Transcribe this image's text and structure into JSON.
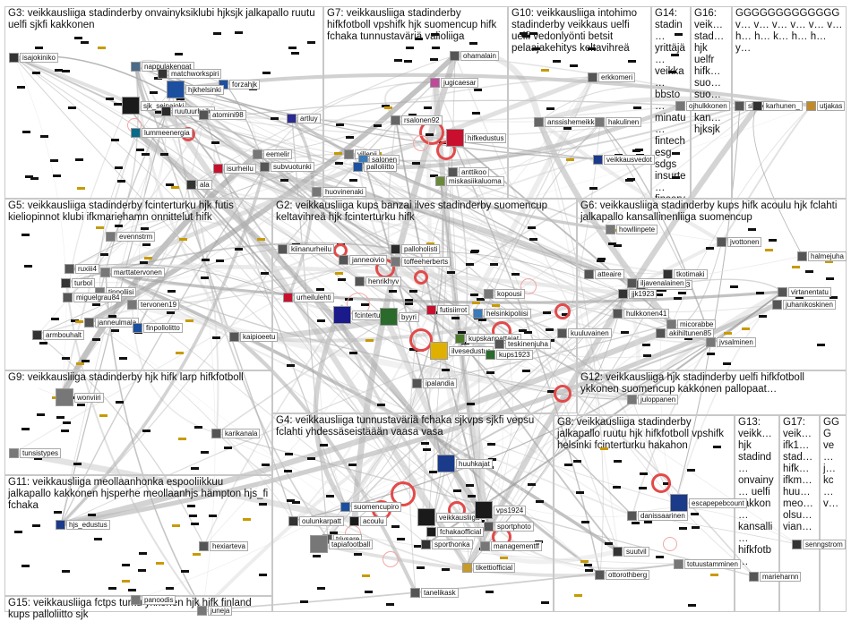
{
  "groups": [
    {
      "id": "G3",
      "title": "G3: veikkausliiga stadinderby onvainyksiklubi hjksjk jalkapallo ruutu uelfi sjkfi kakkonen"
    },
    {
      "id": "G7",
      "title": "G7: veikkausliiga stadinderby hifkfotboll vpshifk hjk suomencup hifk fchaka tunnustaväriä valioliiga"
    },
    {
      "id": "G10",
      "title": "G10: veikkausliiga intohimo stadinderby veikkaus uelfi uelfi vedonlyönti betsit pelaajakehitys keltavihreä"
    },
    {
      "id": "G14",
      "title": "G14: stadin… yrittäjä… veikka… bbsto… minatu… fintech esg sdgs insurte… finserv"
    },
    {
      "id": "G16",
      "title": "G16: veik… stad… hjk uelfr hifk… suo… suo… kak… kan… hjksjk"
    },
    {
      "id": "Gs",
      "title": "GGGGGGGGGGGGG v… v… v… v… v… v… h… h… k… h… h… y…"
    },
    {
      "id": "G5",
      "title": "G5: veikkausliiga stadinderby fcinterturku hjk futis kieliopinnot klubi ifkmariehamn onnittelut hifk"
    },
    {
      "id": "G2",
      "title": "G2: veikkausliiga kups banzai ilves stadinderby suomencup keltavihreä hjk fcinterturku hifk"
    },
    {
      "id": "G6",
      "title": "G6: veikkausliiga stadinderby kups hifk acoulu hjk fclahti jalkapallo kansallinenliiga suomencup"
    },
    {
      "id": "G9",
      "title": "G9: veikkausliiga stadinderby hjk hifk larp hifkfotboll"
    },
    {
      "id": "G12",
      "title": "G12: veikkausliiga hjk stadinderby uelfi hifkfotboll ykkonen suomencup kakkonen pallopaat…"
    },
    {
      "id": "G4",
      "title": "G4: veikkausliiga tunnustaväriä fchaka sjkvps sjkfi vepsu fclahti yhdessäseistäään vaasa vasa"
    },
    {
      "id": "G8",
      "title": "G8: veikkausliiga stadinderby jalkapallo ruutu hjk hifkfotboll vpshifk helsinki fcinterturku hakahon"
    },
    {
      "id": "G13",
      "title": "G13: veikk… hjk stadind… onvainy… uelfi kakkon… kansalli… hifkfotb…"
    },
    {
      "id": "G17",
      "title": "G17: veik… ifk1… stad… hifk… ifkm… huu… meo… olsu… vian…"
    },
    {
      "id": "Gs2",
      "title": "GGG ve… j… kc… v…"
    },
    {
      "id": "G11",
      "title": "G11: veikkausliiga meollaanhonka espooliikkuu jalkapallo kakkonen hjsperhe meollaanhjs hämpton hjs_fi fchaka"
    },
    {
      "id": "G15",
      "title": "G15: veikkausliiga fctps turku ykkonen hjk hifk finland kups palloliitto sjk"
    }
  ],
  "nodes": [
    {
      "label": "isajokiniko",
      "color": "#333333"
    },
    {
      "label": "nappulakengat",
      "color": "#4a6b8a"
    },
    {
      "label": "matchworkspiri",
      "color": "#333333"
    },
    {
      "label": "forzahjk",
      "color": "#1c4fa0"
    },
    {
      "label": "hjkhelsinki",
      "color": "#1c4fa0"
    },
    {
      "label": "sjk_seinajoki",
      "color": "#1a1a1a"
    },
    {
      "label": "ruutuurheilu",
      "color": "#2a2a2a"
    },
    {
      "label": "lummeenergia",
      "color": "#0a6a8a"
    },
    {
      "label": "atomini98",
      "color": "#555555"
    },
    {
      "label": "artluy",
      "color": "#2a2a90"
    },
    {
      "label": "eemelir",
      "color": "#777777"
    },
    {
      "label": "subvuotunki",
      "color": "#555555"
    },
    {
      "label": "ala",
      "color": "#333333"
    },
    {
      "label": "isurheilu",
      "color": "#c8102e"
    },
    {
      "label": "villepii",
      "color": "#777777"
    },
    {
      "label": "salonen",
      "color": "#3a7ab8"
    },
    {
      "label": "palloliitto",
      "color": "#1a4fa0"
    },
    {
      "label": "huovinenaki",
      "color": "#777777"
    },
    {
      "label": "ohamalain",
      "color": "#555555"
    },
    {
      "label": "jugicaesar",
      "color": "#c04a9a"
    },
    {
      "label": "rsalonen92",
      "color": "#666666"
    },
    {
      "label": "hifkedustus",
      "color": "#c8102e"
    },
    {
      "label": "anttikoo",
      "color": "#555555"
    },
    {
      "label": "miskasiikaluoma",
      "color": "#6a8a3a"
    },
    {
      "label": "erkkomeri",
      "color": "#555555"
    },
    {
      "label": "anssishemeikka",
      "color": "#666666"
    },
    {
      "label": "hakulinen",
      "color": "#777777"
    },
    {
      "label": "veikkausvedot",
      "color": "#1a3a8a"
    },
    {
      "label": "ojhulkkonen",
      "color": "#777777"
    },
    {
      "label": "skirikilahti",
      "color": "#555555"
    },
    {
      "label": "karhunen_",
      "color": "#333333"
    },
    {
      "label": "utjakas",
      "color": "#c08a2a"
    },
    {
      "label": "evennstrm",
      "color": "#777777"
    },
    {
      "label": "ruxiii4",
      "color": "#555555"
    },
    {
      "label": "marttatervonen",
      "color": "#777777"
    },
    {
      "label": "turbol",
      "color": "#333333"
    },
    {
      "label": "tinpoliisi",
      "color": "#777777"
    },
    {
      "label": "miguelgrau84",
      "color": "#555555"
    },
    {
      "label": "janneulmala",
      "color": "#555555"
    },
    {
      "label": "tervonen19",
      "color": "#777777"
    },
    {
      "label": "finpollolitto",
      "color": "#1a4fa0"
    },
    {
      "label": "armbouhalt",
      "color": "#333333"
    },
    {
      "label": "kaipioeetu",
      "color": "#555555"
    },
    {
      "label": "kiinanurheilu",
      "color": "#555555"
    },
    {
      "label": "janneoivio",
      "color": "#555555"
    },
    {
      "label": "palloholisti",
      "color": "#2a2a2a"
    },
    {
      "label": "toffeeherberts",
      "color": "#777777"
    },
    {
      "label": "henrikhyv",
      "color": "#555555"
    },
    {
      "label": "urheilulehti",
      "color": "#c8102e"
    },
    {
      "label": "fcinterturku",
      "color": "#1a1a8a"
    },
    {
      "label": "byyri",
      "color": "#2a6a2a"
    },
    {
      "label": "futisiirrot",
      "color": "#c8102e"
    },
    {
      "label": "helsinkipoliisi",
      "color": "#3a7ab8"
    },
    {
      "label": "kopousi",
      "color": "#777777"
    },
    {
      "label": "kupskannattajat",
      "color": "#4a7a2a"
    },
    {
      "label": "teskinenjuha",
      "color": "#555555"
    },
    {
      "label": "ilvesedustus",
      "color": "#e0b000"
    },
    {
      "label": "kups1923",
      "color": "#2a6a2a"
    },
    {
      "label": "ipalandia",
      "color": "#555555"
    },
    {
      "label": "howllinpete",
      "color": "#777777"
    },
    {
      "label": "jvottonen",
      "color": "#555555"
    },
    {
      "label": "halmejuha",
      "color": "#555555"
    },
    {
      "label": "atteaire",
      "color": "#555555"
    },
    {
      "label": "matiasautio3",
      "color": "#555555"
    },
    {
      "label": "tkotimaki",
      "color": "#333333"
    },
    {
      "label": "iljavenalainen",
      "color": "#555555"
    },
    {
      "label": "jjk1923",
      "color": "#333333"
    },
    {
      "label": "virtanentatu",
      "color": "#555555"
    },
    {
      "label": "juhanikoskinen",
      "color": "#555555"
    },
    {
      "label": "hulkkonen41",
      "color": "#555555"
    },
    {
      "label": "kuuluvainen",
      "color": "#555555"
    },
    {
      "label": "micorabbe",
      "color": "#777777"
    },
    {
      "label": "akihiltunen85",
      "color": "#555555"
    },
    {
      "label": "jvsalminen",
      "color": "#777777"
    },
    {
      "label": "wonviiri",
      "color": "#777777"
    },
    {
      "label": "karikanala",
      "color": "#555555"
    },
    {
      "label": "juloppanen",
      "color": "#777777"
    },
    {
      "label": "huuhkajat",
      "color": "#1a3a8a"
    },
    {
      "label": "suomencupiro",
      "color": "#1a4fa0"
    },
    {
      "label": "oulunkarpatt",
      "color": "#333333"
    },
    {
      "label": "acoulu",
      "color": "#1a1a1a"
    },
    {
      "label": "trivsare",
      "color": "#555555"
    },
    {
      "label": "tapiafootball",
      "color": "#777777"
    },
    {
      "label": "veikkausliiga",
      "color": "#1a1a1a"
    },
    {
      "label": "vps1924",
      "color": "#1a1a1a"
    },
    {
      "label": "fchakaofficial",
      "color": "#1a1a1a"
    },
    {
      "label": "sportphoto",
      "color": "#555555"
    },
    {
      "label": "sporthonka",
      "color": "#333333"
    },
    {
      "label": "managementff",
      "color": "#777777"
    },
    {
      "label": "tikettiofficial",
      "color": "#c89a2a"
    },
    {
      "label": "escapepebcount",
      "color": "#1a3a8a"
    },
    {
      "label": "danissaarinen",
      "color": "#555555"
    },
    {
      "label": "suutvil",
      "color": "#333333"
    },
    {
      "label": "totuustamminen",
      "color": "#777777"
    },
    {
      "label": "senngstrom",
      "color": "#333333"
    },
    {
      "label": "marieharnn",
      "color": "#555555"
    },
    {
      "label": "hjs_edustus",
      "color": "#1a3a8a"
    },
    {
      "label": "hexiarteva",
      "color": "#555555"
    },
    {
      "label": "tanelikask",
      "color": "#555555"
    },
    {
      "label": "ottorothberg",
      "color": "#555555"
    },
    {
      "label": "panoodis",
      "color": "#777777"
    },
    {
      "label": "juneja",
      "color": "#777777"
    },
    {
      "label": "tunsistypes",
      "color": "#777777"
    }
  ]
}
